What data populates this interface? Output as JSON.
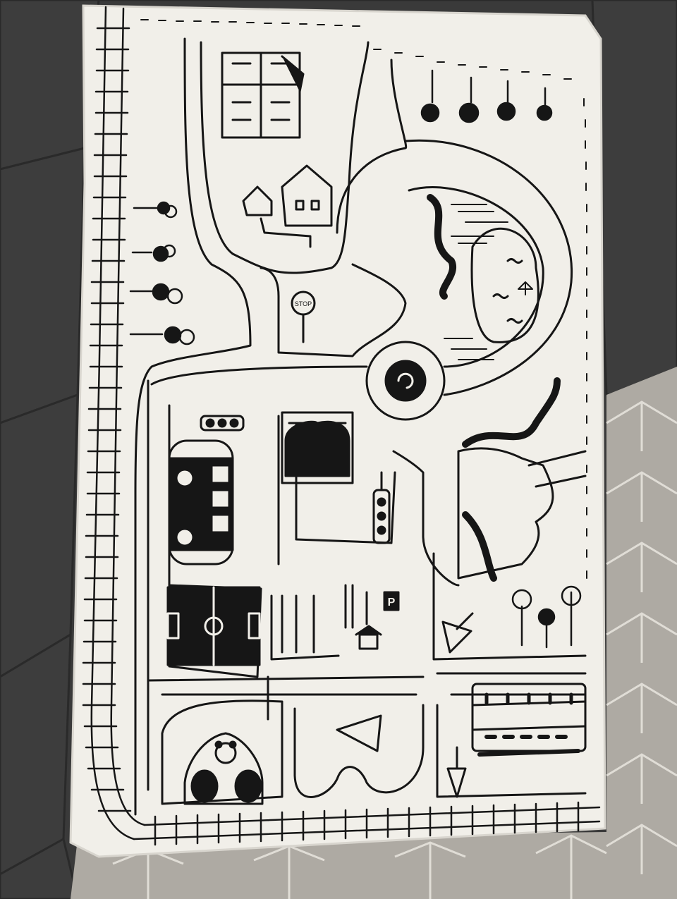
{
  "scene": {
    "floor_dark": "#3b3b3b",
    "floor_grout": "#2a2a2a",
    "rug_light": "#aeaaa3",
    "rug_pattern": "#e0ddd6",
    "mat_color": "#f1efe9",
    "ink_color": "#161616"
  },
  "labels": {
    "stop_sign": "STOP",
    "parking_sign": "P"
  },
  "mat": {
    "features": [
      "rail-track",
      "road-loop",
      "roundabout",
      "lake",
      "river",
      "houses",
      "trees",
      "bus",
      "football-pitch",
      "parking-lot",
      "traffic-lights",
      "yield-signs",
      "train",
      "car-with-bear"
    ]
  }
}
